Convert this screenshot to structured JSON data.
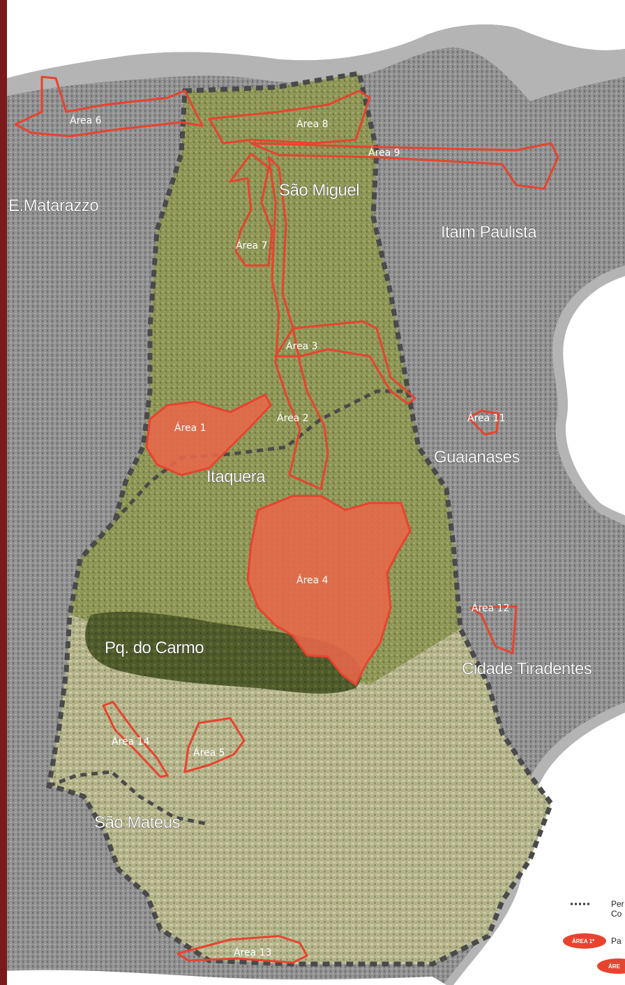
{
  "colors": {
    "frame": "#7a1a1a",
    "urban_gray": "#8f8f8f",
    "zone_green": "#8c9456",
    "park_dark": "#4f5a2c",
    "south_light": "#b5b48d",
    "boundary": "#4a4a4a",
    "area_outline": "#e8432e",
    "area_fill": "#e8664a",
    "outer_band": "#b4b4b4"
  },
  "districts": {
    "matarazzo": "E.Matarazzo",
    "sao_miguel": "São Miguel",
    "itaim": "Itaim Paulista",
    "guaianases": "Guaianases",
    "itaquera": "Itaquera",
    "pq_carmo": "Pq. do Carmo",
    "cidade_tiradentes": "Cidade Tiradentes",
    "sao_mateus": "São Mateus"
  },
  "areas": {
    "a1": "Área 1",
    "a2": "Área 2",
    "a3": "Área 3",
    "a4": "Área 4",
    "a5": "Área 5",
    "a6": "Área 6",
    "a7": "Área 7",
    "a8": "Área 8",
    "a9": "Área 9",
    "a11": "Área 11",
    "a12": "Área 12",
    "a13": "Área 13",
    "a14": "Área 14"
  },
  "legend": {
    "line1_a": "Per",
    "line1_b": "Co",
    "badge1": "ÁREA 1*",
    "line2": "Pa",
    "badge2": "ÁRE"
  }
}
